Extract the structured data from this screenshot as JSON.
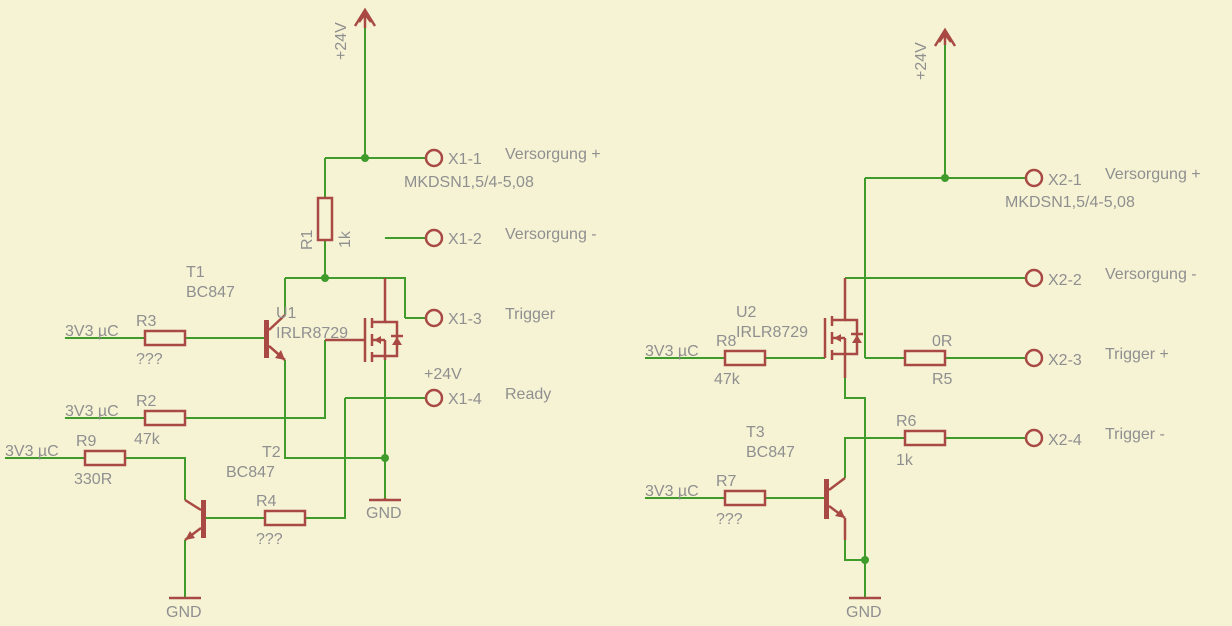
{
  "supply": {
    "left": "+24V",
    "right": "+24V",
    "aux": "+24V"
  },
  "ground": {
    "label": "GND"
  },
  "terminals": {
    "x1_1": {
      "name": "X1-1",
      "desc": "Versorgung +"
    },
    "x1_2": {
      "name": "X1-2",
      "desc": "Versorgung -"
    },
    "x1_3": {
      "name": "X1-3",
      "desc": "Trigger"
    },
    "x1_4": {
      "name": "X1-4",
      "desc": "Ready"
    },
    "x2_1": {
      "name": "X2-1",
      "desc": "Versorgung +"
    },
    "x2_2": {
      "name": "X2-2",
      "desc": "Versorgung -"
    },
    "x2_3": {
      "name": "X2-3",
      "desc": "Trigger +"
    },
    "x2_4": {
      "name": "X2-4",
      "desc": "Trigger -"
    },
    "connector_type": "MKDSN1,5/4-5,08"
  },
  "resistors": {
    "r1": {
      "name": "R1",
      "value": "1k"
    },
    "r2": {
      "name": "R2",
      "value": "47k"
    },
    "r3": {
      "name": "R3",
      "value": "???"
    },
    "r4": {
      "name": "R4",
      "value": "???"
    },
    "r5": {
      "name": "R5",
      "value": "0R"
    },
    "r6": {
      "name": "R6",
      "value": "1k"
    },
    "r7": {
      "name": "R7",
      "value": "???"
    },
    "r8": {
      "name": "R8",
      "value": "47k"
    },
    "r9": {
      "name": "R9",
      "value": "330R"
    }
  },
  "transistors": {
    "t1": {
      "name": "T1",
      "part": "BC847"
    },
    "t2": {
      "name": "T2",
      "part": "BC847"
    },
    "t3": {
      "name": "T3",
      "part": "BC847"
    }
  },
  "mosfets": {
    "u1": {
      "name": "U1",
      "part": "IRLR8729"
    },
    "u2": {
      "name": "U2",
      "part": "IRLR8729"
    }
  },
  "inputs": {
    "mcu": "3V3 µC"
  }
}
